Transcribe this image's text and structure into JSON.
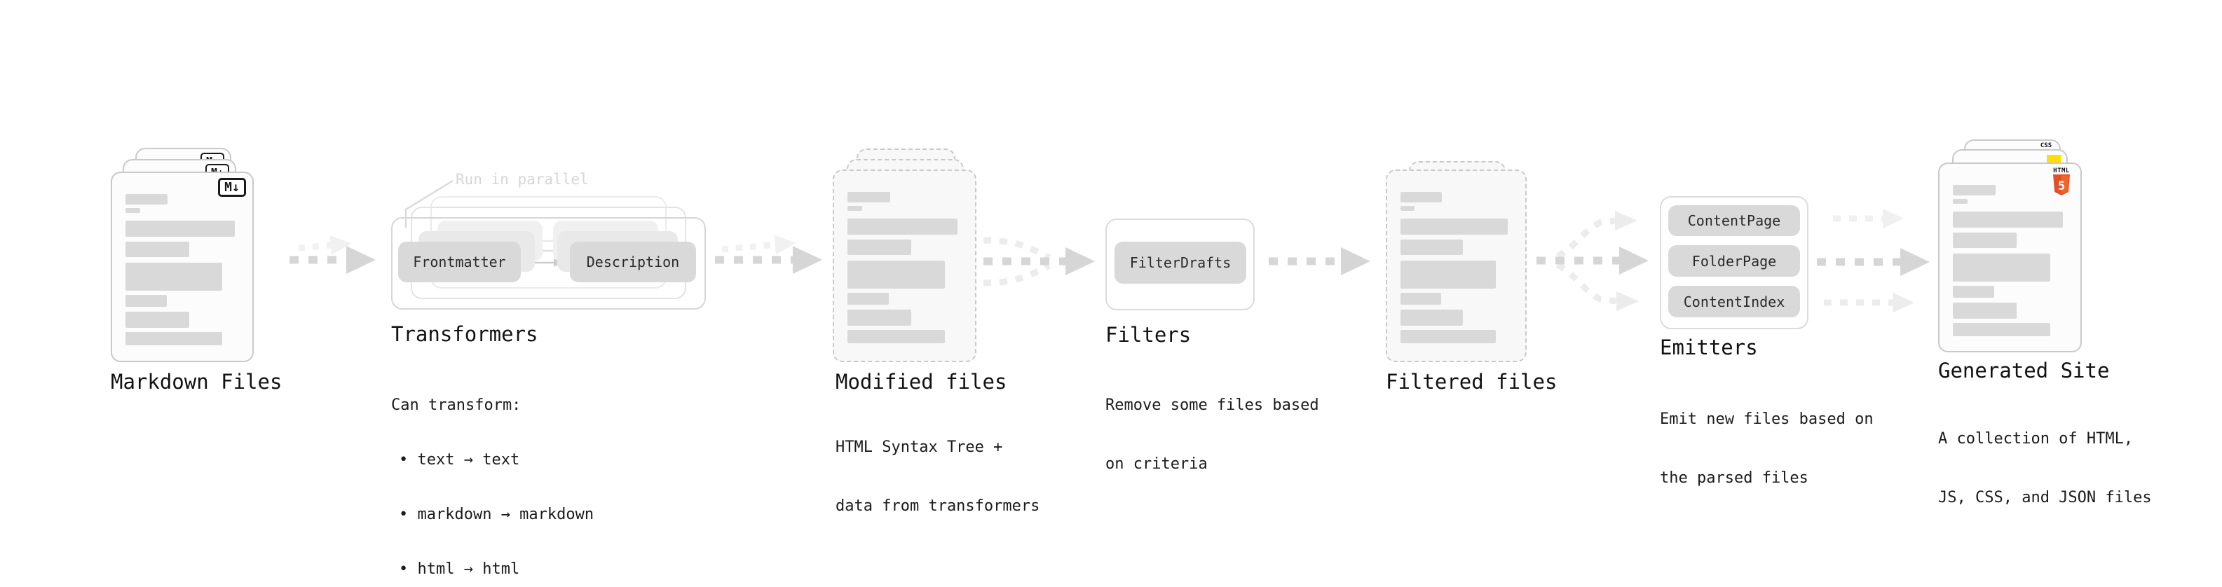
{
  "markdown": {
    "badge": "M↓",
    "label": "Markdown Files"
  },
  "transformers": {
    "note": "Run in parallel",
    "pill_left": "Frontmatter",
    "pill_right": "Description",
    "label": "Transformers",
    "desc_title": "Can transform:",
    "bullets": [
      "• text → text",
      "• markdown → markdown",
      "• html → html"
    ]
  },
  "modified": {
    "label": "Modified files",
    "desc": [
      "HTML Syntax Tree +",
      "data from transformers"
    ]
  },
  "filters": {
    "pill": "FilterDrafts",
    "label": "Filters",
    "desc": [
      "Remove some files based",
      "on criteria"
    ]
  },
  "filtered": {
    "label": "Filtered files"
  },
  "emitters": {
    "pills": [
      "ContentPage",
      "FolderPage",
      "ContentIndex"
    ],
    "label": "Emitters",
    "desc": [
      "Emit new files based on",
      "the parsed files"
    ]
  },
  "generated": {
    "label": "Generated Site",
    "desc": [
      "A collection of HTML,",
      "JS, CSS, and JSON files"
    ],
    "css_badge": "CSS",
    "html_badge_text": "HTML",
    "html_badge_number": "5"
  },
  "colors": {
    "html5_orange": "#e44d26",
    "html5_orange_light": "#f16529",
    "js_yellow": "#ffdf00",
    "css_blue": "#2965f1",
    "bar_gray": "#d9d9d9",
    "arrow_main": "#d6d6d6",
    "arrow_light": "#efefef"
  }
}
